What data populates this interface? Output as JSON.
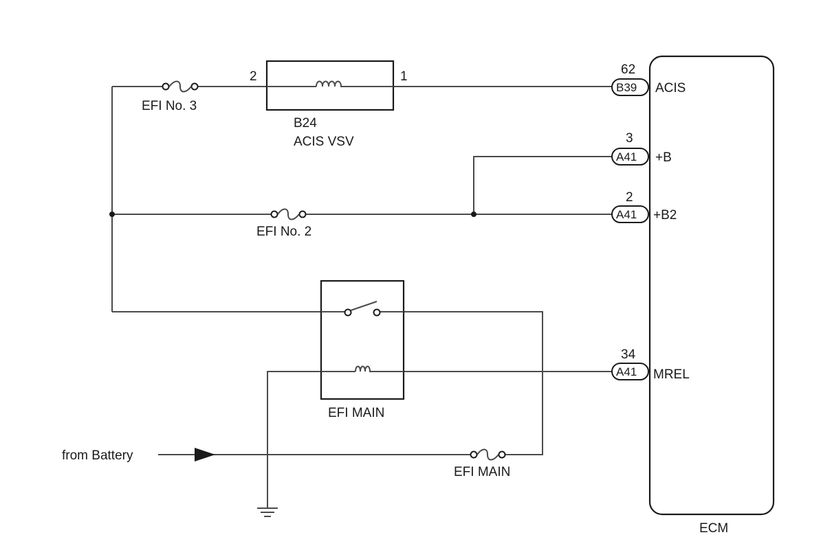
{
  "ecm": {
    "label": "ECM",
    "pins": [
      {
        "pin": "62",
        "connector": "B39",
        "signal": "ACIS"
      },
      {
        "pin": "3",
        "connector": "A41",
        "signal": "+B"
      },
      {
        "pin": "2",
        "connector": "A41",
        "signal": "+B2"
      },
      {
        "pin": "34",
        "connector": "A41",
        "signal": "MREL"
      }
    ]
  },
  "components": {
    "fuse_efi_no3": "EFI No. 3",
    "fuse_efi_no2": "EFI No. 2",
    "fuse_efi_main": "EFI MAIN",
    "relay_efi_main": "EFI MAIN",
    "vsv_code": "B24",
    "vsv_name": "ACIS VSV",
    "vsv_pin_left": "2",
    "vsv_pin_right": "1"
  },
  "source": {
    "label": "from Battery"
  }
}
